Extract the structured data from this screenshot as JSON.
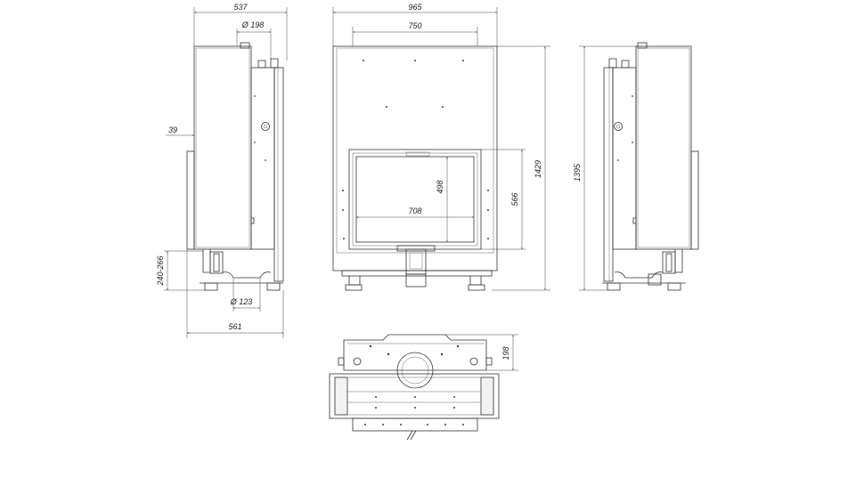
{
  "dimensions": {
    "side_depth_top": "537",
    "flue_diameter": "Ø 198",
    "front_width": "965",
    "front_inner_width": "750",
    "glass_height": "498",
    "glass_width": "708",
    "door_height": "566",
    "front_total_height": "1429",
    "right_total_height": "1395",
    "side_offset": "39",
    "leg_adjust": "240-266",
    "air_inlet_diameter": "Ø 123",
    "side_depth_bottom": "561",
    "top_view_depth": "198"
  },
  "colors": {
    "line": "#333333",
    "dimension_line": "#444444",
    "background": "#ffffff"
  }
}
